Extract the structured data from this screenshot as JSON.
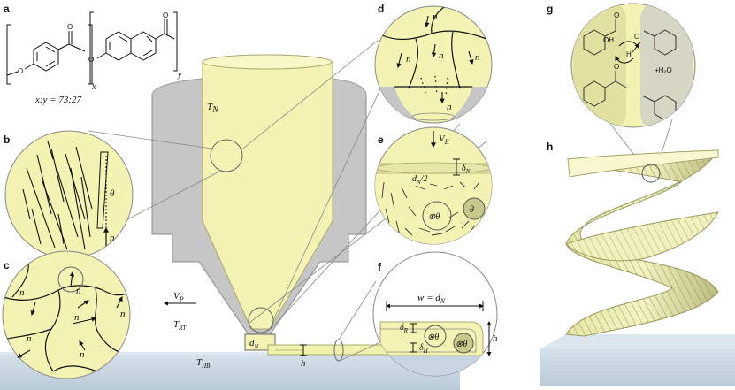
{
  "colors": {
    "polymer": "#f4f3b4",
    "polymer_edge": "#a9a86a",
    "nozzle": "#c6c6c6",
    "bed": "#c7d6e2",
    "ink": "#111111"
  },
  "panels": {
    "a": "a",
    "b": "b",
    "c": "c",
    "d": "d",
    "e": "e",
    "f": "f",
    "g": "g",
    "h": "h"
  },
  "panel_a": {
    "x": "x",
    "y": "y",
    "o1": "O",
    "o2": "O",
    "o3": "O",
    "o4": "O",
    "ratio": "x:y = 73:27"
  },
  "nozzle": {
    "tn": "T",
    "tn_sub": "N",
    "vp": "V",
    "vp_sub": "P",
    "trt": "T",
    "trt_sub": "RT",
    "thb": "T",
    "thb_sub": "HB",
    "dn": "d",
    "dn_sub": "N",
    "h": "h"
  },
  "panel_b": {
    "theta": "θ",
    "n": "n"
  },
  "panel_c": {
    "n": "n"
  },
  "panel_d": {
    "n": "n"
  },
  "panel_e": {
    "ve": "V",
    "ve_sub": "E",
    "dn2": "d",
    "dn2_sub": "N",
    "dn2_tail": "/2",
    "dl": "δ",
    "dl_sub": "N",
    "c1": "⊗θ",
    "c2": "θ"
  },
  "panel_f": {
    "w": "w = d",
    "w_sub": "N",
    "h": "h",
    "d1": "δ",
    "d1_sub": "R",
    "d2": "δ",
    "d2_sub": "H",
    "c1": "⊗θ",
    "c2": "⊗θ"
  },
  "panel_g": {
    "oh": "OH",
    "o1": "O",
    "o2": "O",
    "o3": "O",
    "h": "H",
    "water": "+H₂O"
  }
}
